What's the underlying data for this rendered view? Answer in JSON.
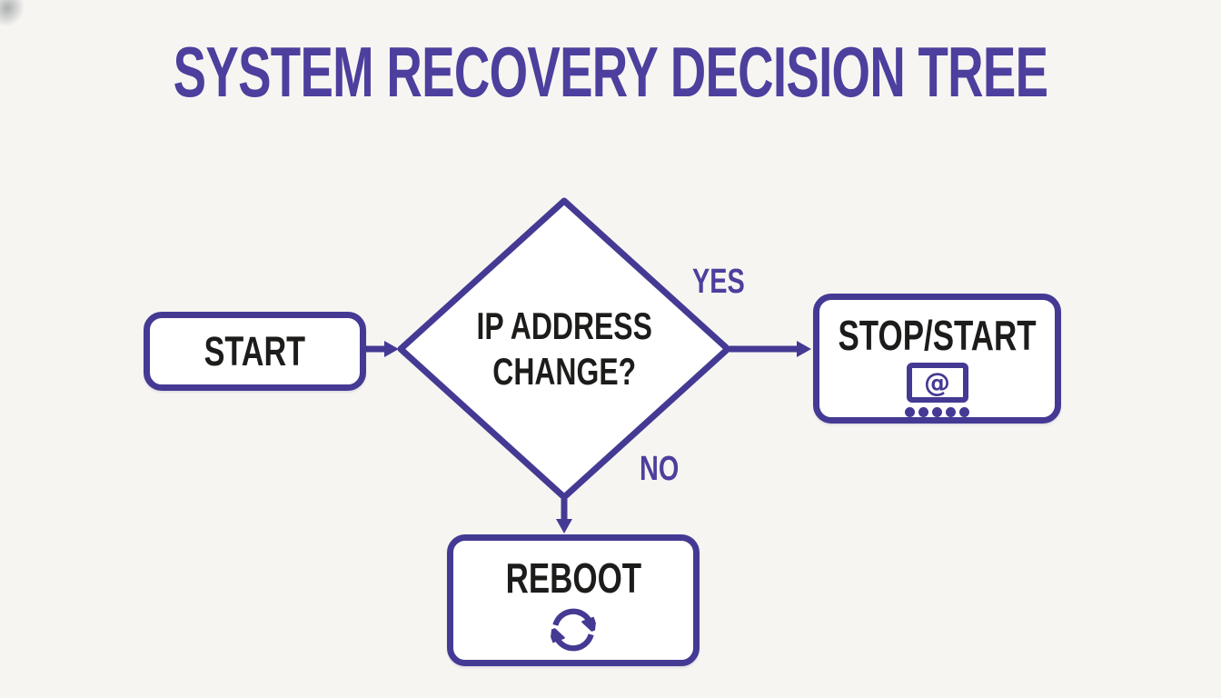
{
  "title": "SYSTEM RECOVERY DECISION TREE",
  "colors": {
    "primary": "#443a94",
    "title": "#4c3f9d",
    "label": "#4c3f9d",
    "node-text": "#1d1c1b",
    "bg": "#f7f5f2",
    "node-fill": "#ffffff"
  },
  "flowchart": {
    "nodes": {
      "start": {
        "type": "start",
        "label": "START"
      },
      "decision": {
        "type": "decision",
        "label": "IP ADDRESS\nCHANGE?"
      },
      "stop_start": {
        "type": "action",
        "label": "STOP/START",
        "icon": "monitor-at-icon",
        "icon_glyph": "@"
      },
      "reboot": {
        "type": "action",
        "label": "REBOOT",
        "icon": "refresh-icon"
      }
    },
    "edges": {
      "start_to_decision": {
        "from": "start",
        "to": "decision",
        "label": ""
      },
      "decision_yes": {
        "from": "decision",
        "to": "stop_start",
        "label": "YES"
      },
      "decision_no": {
        "from": "decision",
        "to": "reboot",
        "label": "NO"
      }
    }
  }
}
